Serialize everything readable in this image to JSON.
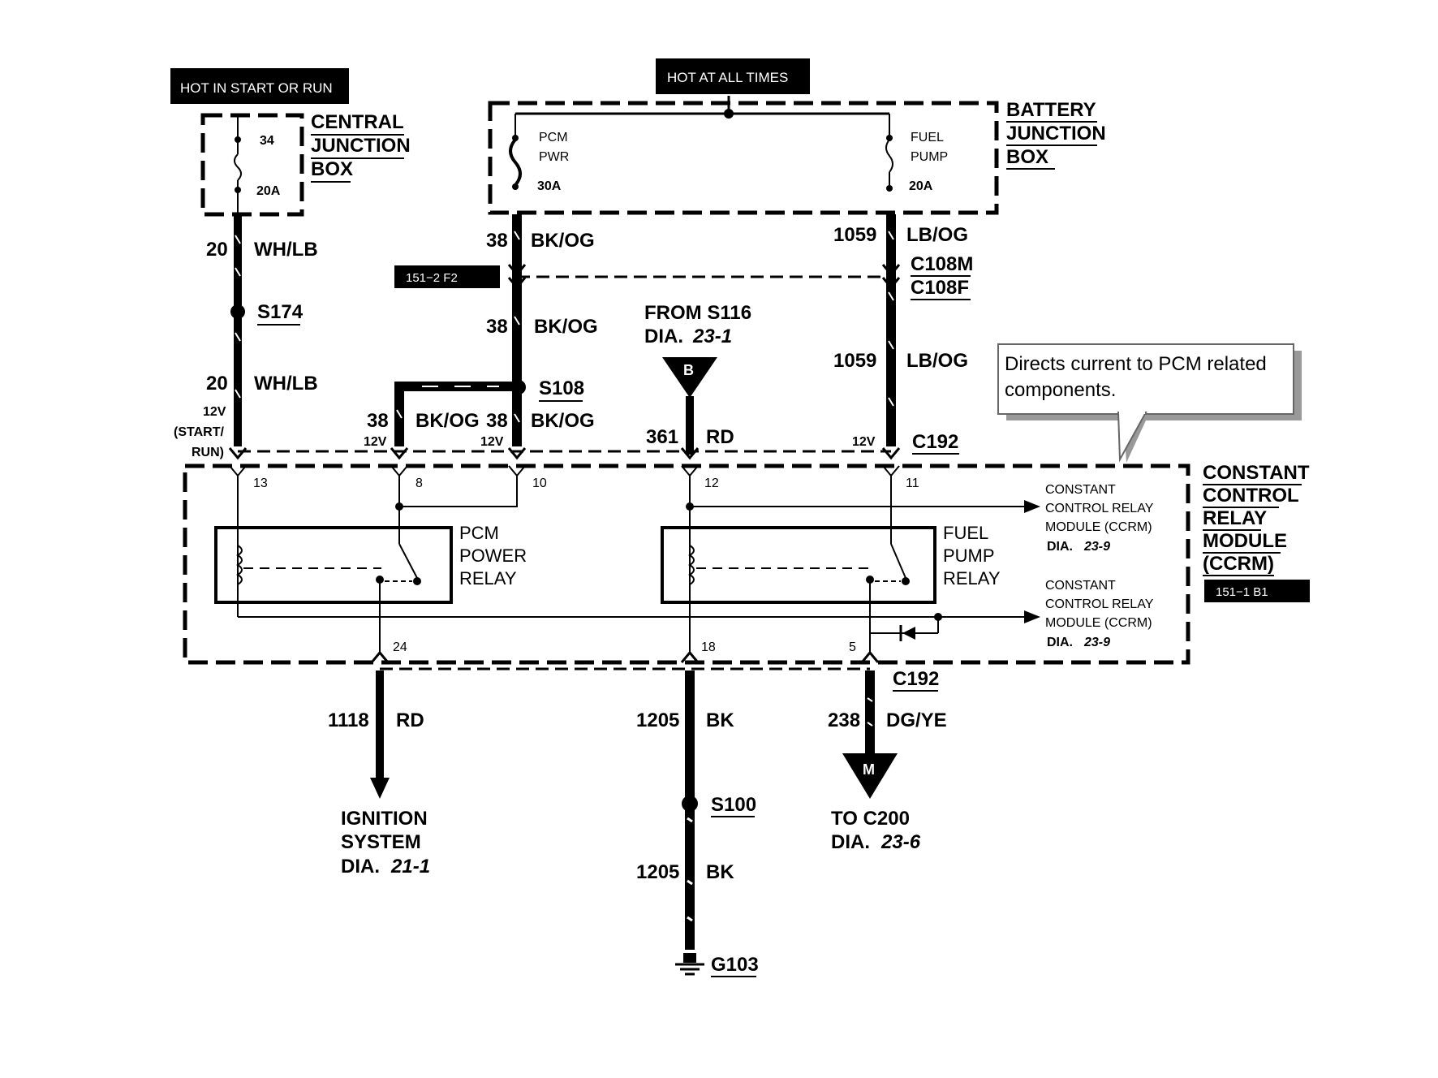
{
  "headers": {
    "hot_start_run": "HOT IN START OR RUN",
    "hot_all_times": "HOT AT ALL TIMES"
  },
  "boxes": {
    "central_junction": [
      "CENTRAL",
      "JUNCTION",
      "BOX"
    ],
    "battery_junction": [
      "BATTERY",
      "JUNCTION",
      "BOX"
    ],
    "ccrm": [
      "CONSTANT",
      "CONTROL",
      "RELAY",
      "MODULE",
      "(CCRM)"
    ]
  },
  "fuses": {
    "central": {
      "number": "34",
      "rating": "20A"
    },
    "pcm": {
      "name1": "PCM",
      "name2": "PWR",
      "rating": "30A"
    },
    "fuel": {
      "name1": "FUEL",
      "name2": "PUMP",
      "rating": "20A"
    }
  },
  "refs": {
    "left": "151−2 F2",
    "right": "151−1 B1"
  },
  "wires": {
    "w20": {
      "num": "20",
      "color": "WH/LB"
    },
    "w38": {
      "num": "38",
      "color": "BK/OG"
    },
    "w1059": {
      "num": "1059",
      "color": "LB/OG"
    },
    "w361": {
      "num": "361",
      "color": "RD"
    },
    "w1118": {
      "num": "1118",
      "color": "RD"
    },
    "w1205": {
      "num": "1205",
      "color": "BK"
    },
    "w238": {
      "num": "238",
      "color": "DG/YE"
    }
  },
  "splices": {
    "s174": "S174",
    "s108": "S108",
    "s100": "S100",
    "g103": "G103"
  },
  "connectors": {
    "c108m": "C108M",
    "c108f": "C108F",
    "c192": "C192"
  },
  "voltages": {
    "v12": "12V",
    "start_run_1": "(START/",
    "start_run_2": "RUN)"
  },
  "pins": {
    "p13": "13",
    "p8": "8",
    "p10": "10",
    "p12": "12",
    "p11": "11",
    "p24": "24",
    "p18": "18",
    "p5": "5"
  },
  "from_s116": {
    "line1": "FROM S116",
    "dia_label": "DIA.",
    "dia_ref": "23-1",
    "marker": "B"
  },
  "relays": {
    "pcm": [
      "PCM",
      "POWER",
      "RELAY"
    ],
    "fuel": [
      "FUEL",
      "PUMP",
      "RELAY"
    ]
  },
  "ccrm_refs": {
    "top": [
      "CONSTANT",
      "CONTROL RELAY",
      "MODULE (CCRM)"
    ],
    "bottom": [
      "CONSTANT",
      "CONTROL RELAY",
      "MODULE (CCRM)"
    ],
    "dia_label": "DIA.",
    "dia_ref": "23-9"
  },
  "destinations": {
    "ignition": {
      "line1": "IGNITION",
      "line2": "SYSTEM",
      "dia_label": "DIA.",
      "dia_ref": "21-1"
    },
    "c200": {
      "line1": "TO C200",
      "dia_label": "DIA.",
      "dia_ref": "23-6",
      "marker": "M"
    }
  },
  "callout": {
    "line1": "Directs current to PCM related",
    "line2": "components."
  }
}
